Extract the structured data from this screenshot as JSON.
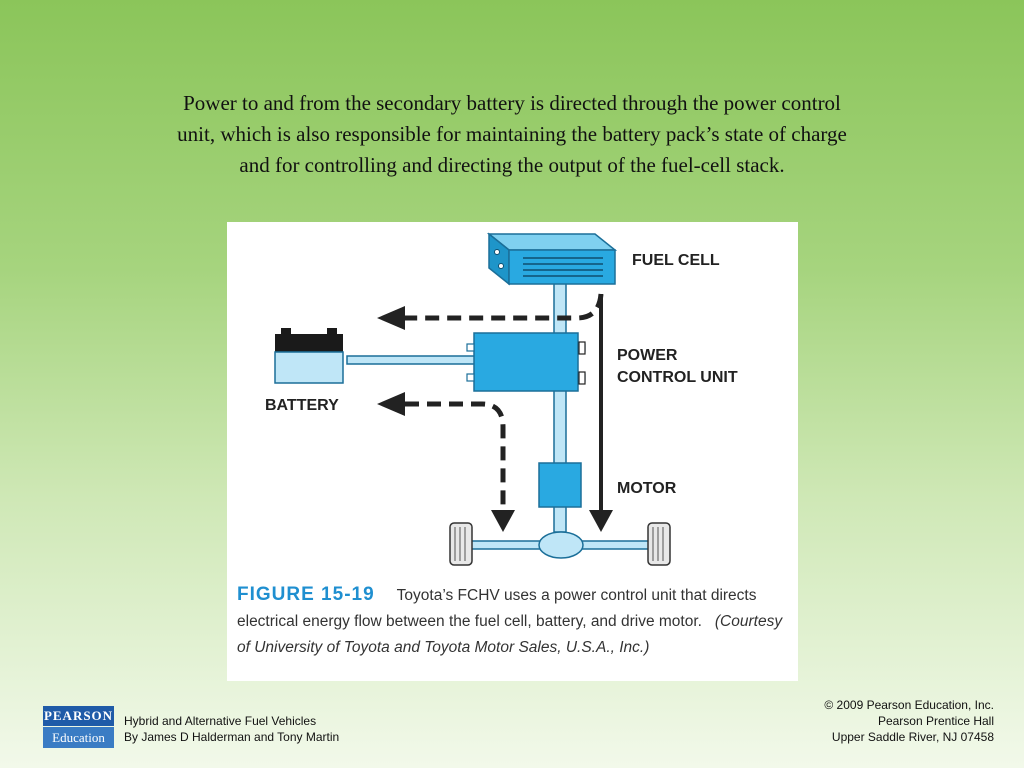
{
  "slide": {
    "caption_lines": [
      "Power to and from the secondary battery is directed through the power control",
      "unit, which is also responsible for maintaining the battery pack’s state of charge",
      "and for controlling and directing the output of the fuel-cell stack."
    ]
  },
  "diagram": {
    "labels": {
      "fuel_cell": "FUEL CELL",
      "power_line1": "POWER",
      "power_line2": "CONTROL UNIT",
      "battery": "BATTERY",
      "motor": "MOTOR"
    },
    "colors": {
      "component_fill": "#29a9e1",
      "component_light": "#bfe6f7",
      "arrow": "#222222"
    }
  },
  "figure_caption": {
    "number": "FIGURE 15-19",
    "text_line1": "Toyota’s FCHV uses a power control unit that directs",
    "text_line2_plain": "electrical energy flow between the fuel cell, battery, and drive motor.",
    "text_line2_italic": "(Courtesy",
    "text_line3_italic": "of University of Toyota and Toyota Motor Sales, U.S.A., Inc.)"
  },
  "footer": {
    "logo_top": "PEARSON",
    "logo_bottom": "Education",
    "book_title": "Hybrid and Alternative Fuel Vehicles",
    "book_authors": "By James D Halderman and Tony Martin",
    "copyright_line1": "© 2009 Pearson Education, Inc.",
    "copyright_line2": "Pearson Prentice Hall",
    "copyright_line3": "Upper Saddle River, NJ 07458"
  }
}
